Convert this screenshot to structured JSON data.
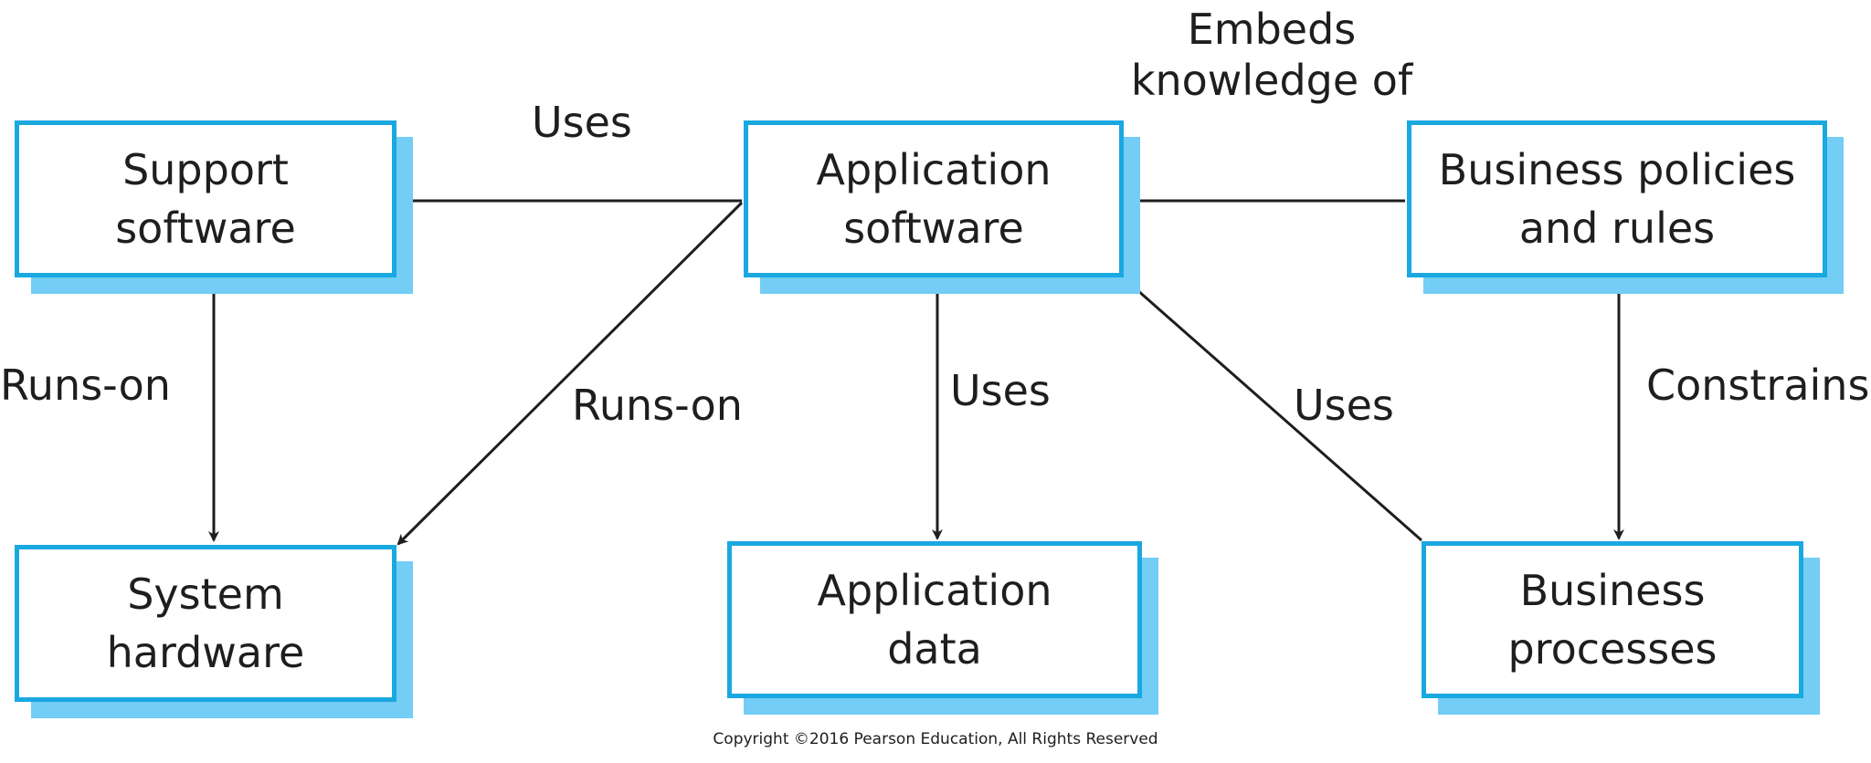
{
  "boxes": {
    "support_software": {
      "line1": "Support",
      "line2": "software"
    },
    "application_software": {
      "line1": "Application",
      "line2": "software"
    },
    "business_policies": {
      "line1": "Business policies",
      "line2": "and rules"
    },
    "system_hardware": {
      "line1": "System",
      "line2": "hardware"
    },
    "application_data": {
      "line1": "Application",
      "line2": "data"
    },
    "business_processes": {
      "line1": "Business",
      "line2": "processes"
    }
  },
  "edges": {
    "app_to_support": "Uses",
    "policies_to_app": {
      "line1": "Embeds",
      "line2": "knowledge of"
    },
    "support_to_hardware": "Runs-on",
    "app_to_hardware": "Runs-on",
    "app_to_data": "Uses",
    "processes_to_app": "Uses",
    "policies_to_processes": "Constrains"
  },
  "footer": {
    "copyright": "Copyright ©2016 Pearson Education, All Rights Reserved"
  },
  "colors": {
    "box_border": "#1aa8e0",
    "box_shadow": "#73cdf5",
    "line": "#1e1e1e"
  }
}
